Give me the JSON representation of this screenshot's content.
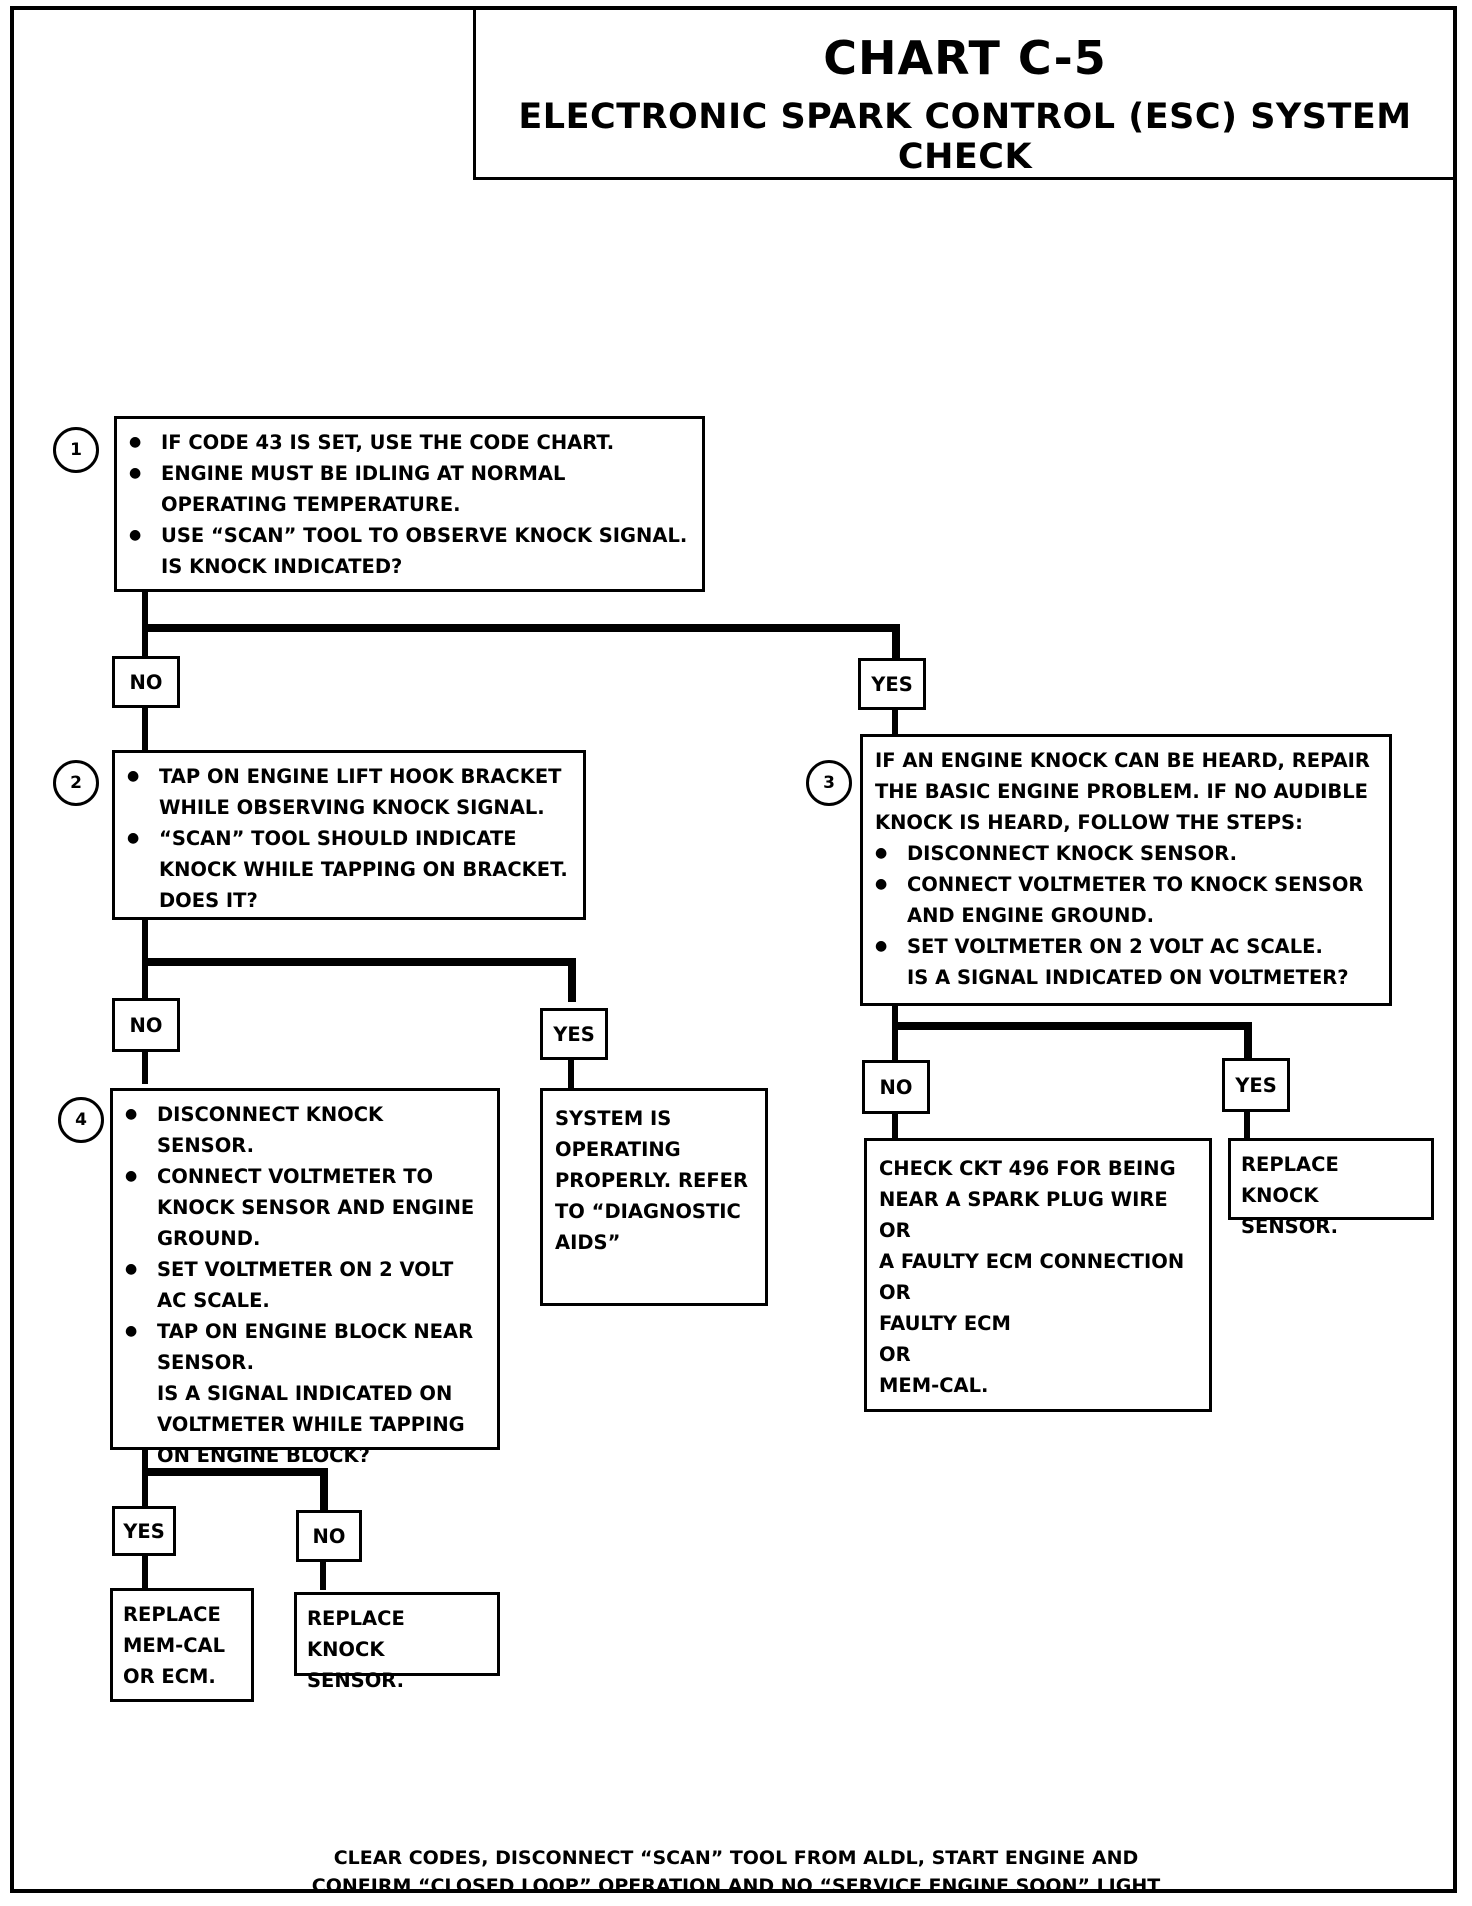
{
  "header": {
    "chart_number": "CHART C-5",
    "subtitle": "ELECTRONIC SPARK CONTROL (ESC) SYSTEM CHECK"
  },
  "steps": {
    "s1": {
      "number": "1",
      "bullets": [
        "IF CODE 43 IS SET, USE THE CODE CHART.",
        "ENGINE MUST BE IDLING AT NORMAL OPERATING TEMPERATURE.",
        "USE “SCAN” TOOL TO OBSERVE KNOCK SIGNAL."
      ],
      "question": "IS KNOCK INDICATED?"
    },
    "s2": {
      "number": "2",
      "bullets": [
        "TAP ON ENGINE LIFT HOOK BRACKET WHILE OBSERVING KNOCK SIGNAL.",
        "“SCAN” TOOL SHOULD INDICATE KNOCK WHILE TAPPING ON BRACKET."
      ],
      "question": "DOES IT?"
    },
    "s3": {
      "number": "3",
      "intro": "IF AN ENGINE KNOCK CAN BE HEARD, REPAIR THE BASIC ENGINE PROBLEM.  IF NO AUDIBLE KNOCK IS HEARD, FOLLOW THE STEPS:",
      "bullets": [
        "DISCONNECT KNOCK SENSOR.",
        "CONNECT VOLTMETER TO KNOCK SENSOR AND ENGINE GROUND.",
        "SET VOLTMETER ON 2 VOLT AC SCALE."
      ],
      "question": "IS A SIGNAL INDICATED ON VOLTMETER?"
    },
    "s4": {
      "number": "4",
      "bullets": [
        "DISCONNECT KNOCK SENSOR.",
        "CONNECT VOLTMETER TO KNOCK SENSOR AND ENGINE GROUND.",
        "SET VOLTMETER ON 2 VOLT AC SCALE.",
        "TAP ON ENGINE BLOCK NEAR SENSOR."
      ],
      "question": "IS A SIGNAL INDICATED ON VOLTMETER WHILE TAPPING ON ENGINE BLOCK?"
    }
  },
  "labels": {
    "no": "NO",
    "yes": "YES"
  },
  "results": {
    "system_ok": "SYSTEM IS OPERATING PROPERLY.  REFER TO “DIAGNOSTIC AIDS”",
    "replace_sensor": "REPLACE KNOCK SENSOR.",
    "check_ckt": [
      "CHECK CKT 496 FOR BEING NEAR A SPARK PLUG WIRE",
      "OR",
      "A FAULTY ECM CONNECTION",
      "OR",
      "FAULTY ECM",
      "OR",
      "MEM-CAL."
    ],
    "replace_memcal": "REPLACE MEM-CAL OR ECM."
  },
  "footer": {
    "line1": "CLEAR CODES, DISCONNECT “SCAN” TOOL FROM ALDL, START ENGINE  AND",
    "line2": "CONFIRM “CLOSED LOOP” OPERATION AND NO  “SERVICE ENGINE SOON”  LIGHT"
  }
}
